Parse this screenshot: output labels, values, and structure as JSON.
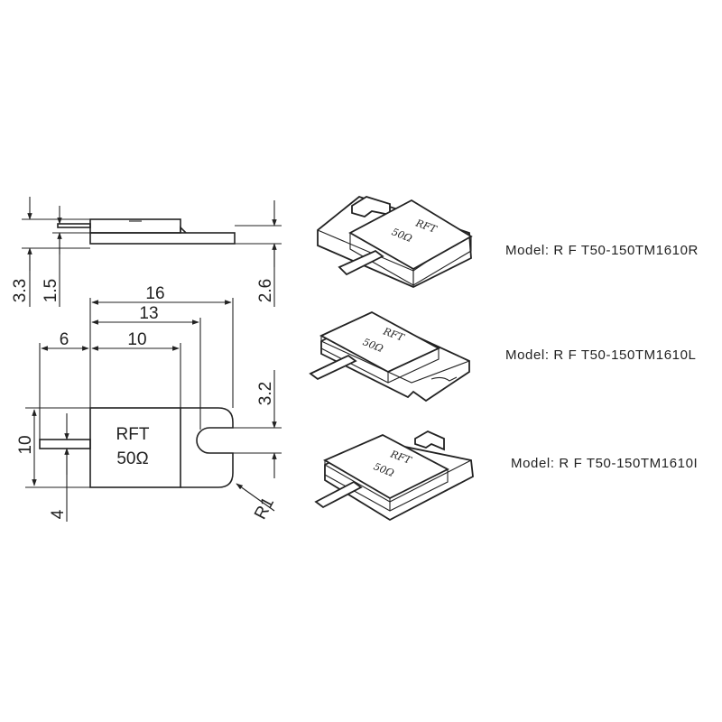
{
  "drawing": {
    "dimensions": {
      "d33": "3.3",
      "d15": "1.5",
      "d26": "2.6",
      "d16": "16",
      "d13": "13",
      "d10w": "10",
      "d6": "6",
      "d32": "3.2",
      "d10h": "10",
      "d4": "4",
      "r1": "R1"
    },
    "body_text": {
      "line1": "RFT",
      "line2": "50Ω"
    }
  },
  "models": [
    {
      "label": "Model:  R F T50-150TM1610R",
      "mark": "50Ω"
    },
    {
      "label": "Model:  R F T50-150TM1610L",
      "mark": "50Ω"
    },
    {
      "label": "Model:  R F T50-150TM1610I",
      "mark": "50Ω"
    }
  ],
  "colors": {
    "line": "#222222",
    "background": "#ffffff"
  }
}
